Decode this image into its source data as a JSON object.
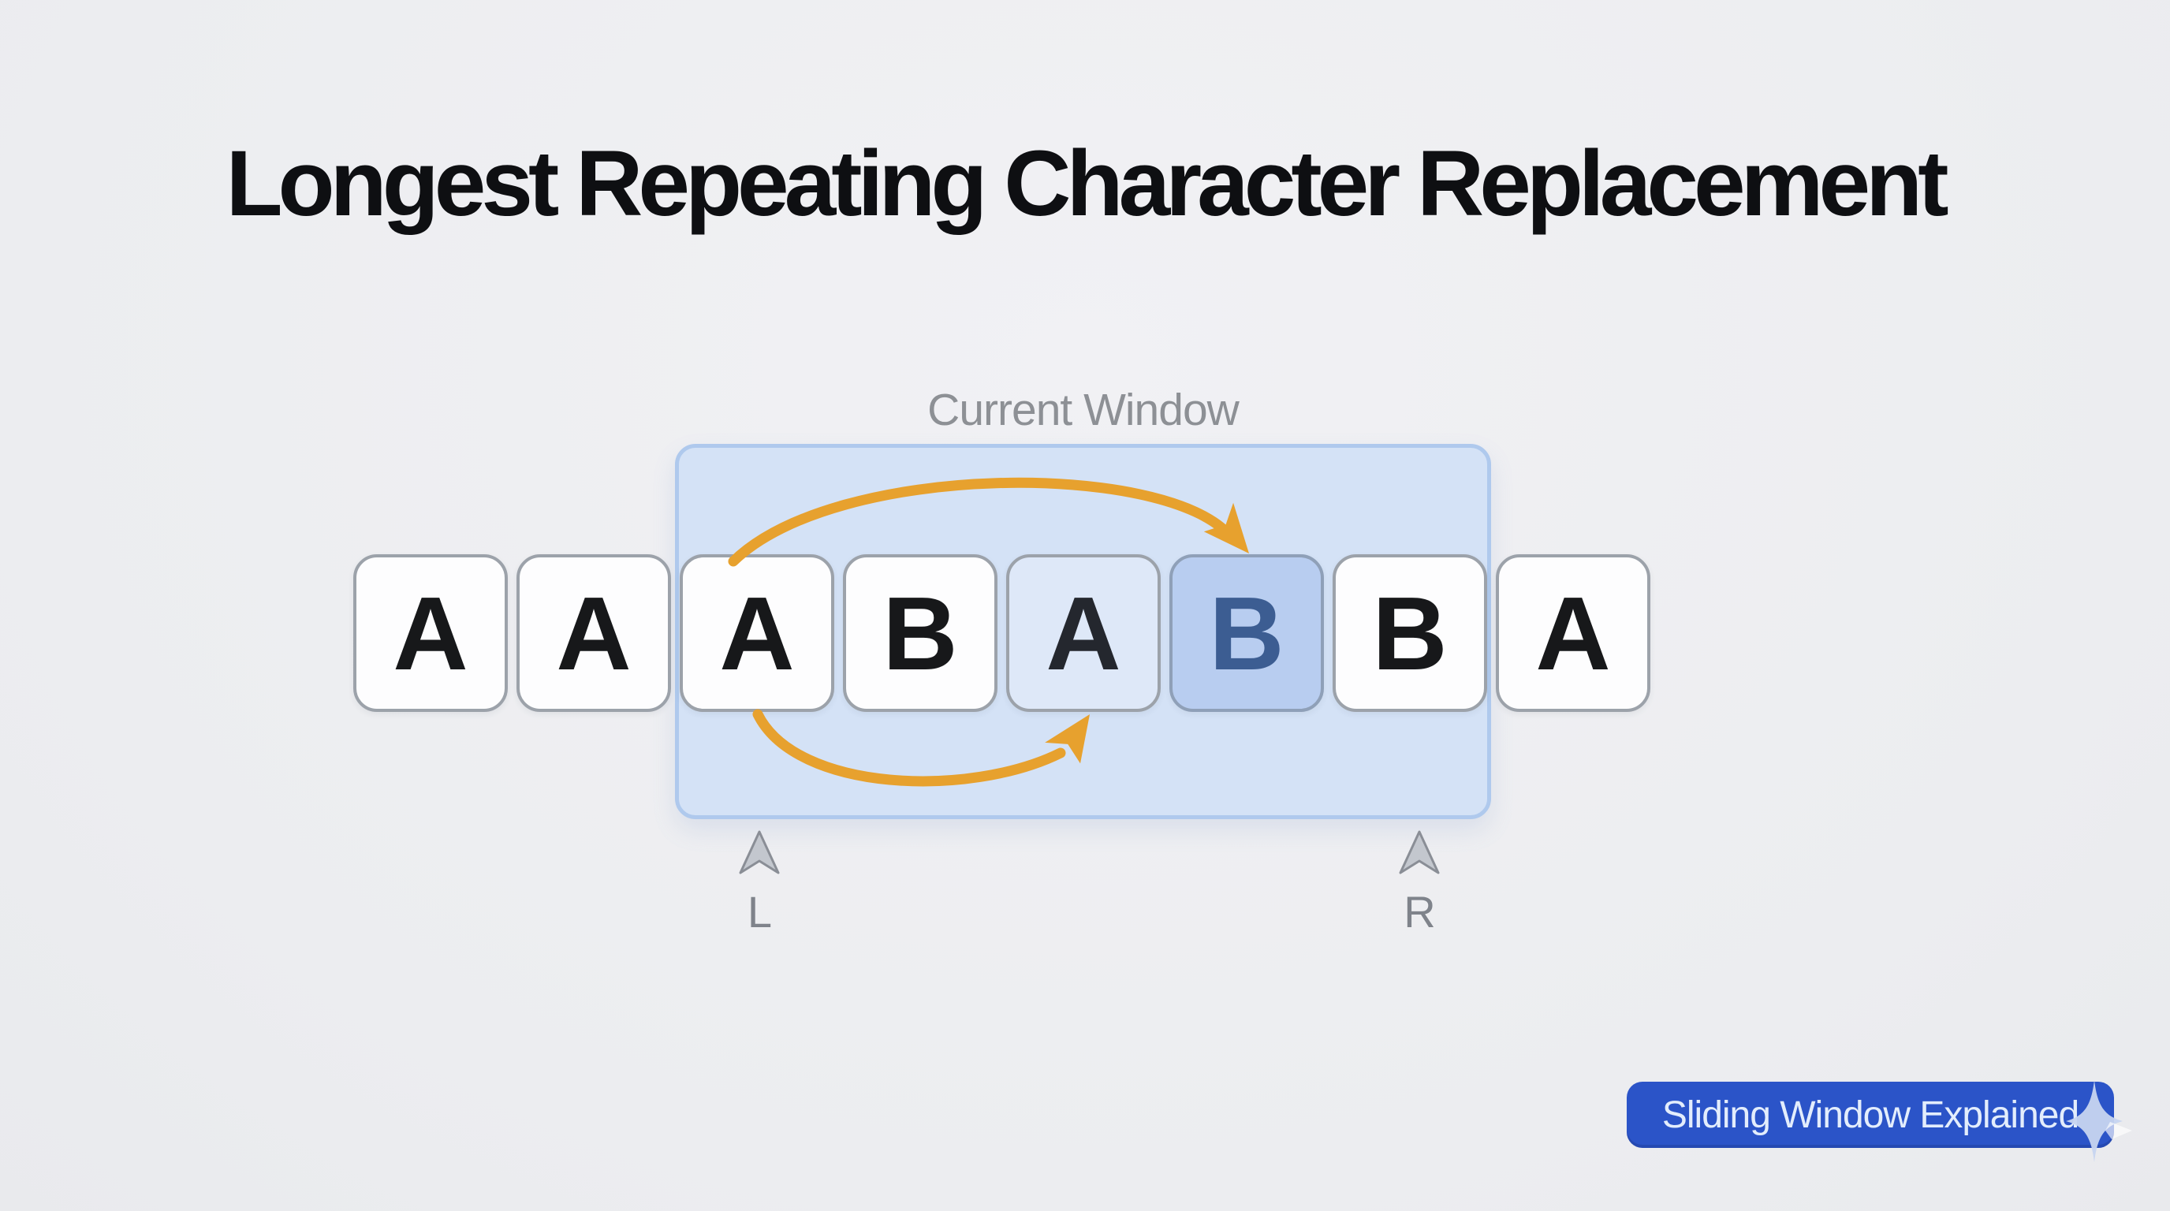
{
  "title": "Longest Repeating Character Replacement",
  "diagram": {
    "window_label": "Current Window",
    "sequence": "AAABABBA",
    "boxes": [
      {
        "letter": "A",
        "state": "outside-window"
      },
      {
        "letter": "A",
        "state": "outside-window"
      },
      {
        "letter": "A",
        "state": "inside-window"
      },
      {
        "letter": "B",
        "state": "inside-window"
      },
      {
        "letter": "A",
        "state": "inside-window-tinted"
      },
      {
        "letter": "B",
        "state": "inside-window-highlighted"
      },
      {
        "letter": "B",
        "state": "inside-window"
      },
      {
        "letter": "A",
        "state": "outside-window"
      }
    ],
    "pointers": {
      "left_label": "L",
      "right_label": "R"
    },
    "colors": {
      "background": "#eeeff2",
      "window_fill": "#d4e2f6",
      "window_border": "#afc9ed",
      "box_fill": "#fdfdfe",
      "box_border": "#9ca2aa",
      "box_letter": "#17181a",
      "tinted_fill": "#dee8f8",
      "highlight_fill": "#b8cdf0",
      "highlight_letter": "#3c5d92",
      "arrow": "#e7a12e",
      "pointer_fill": "#c3c7ce",
      "pointer_stroke": "#8a8e96",
      "label_gray": "#8d9095",
      "badge_fill": "#2b54c8",
      "badge_text": "#e3edfc"
    }
  },
  "badge": {
    "label": "Sliding Window Explained"
  }
}
